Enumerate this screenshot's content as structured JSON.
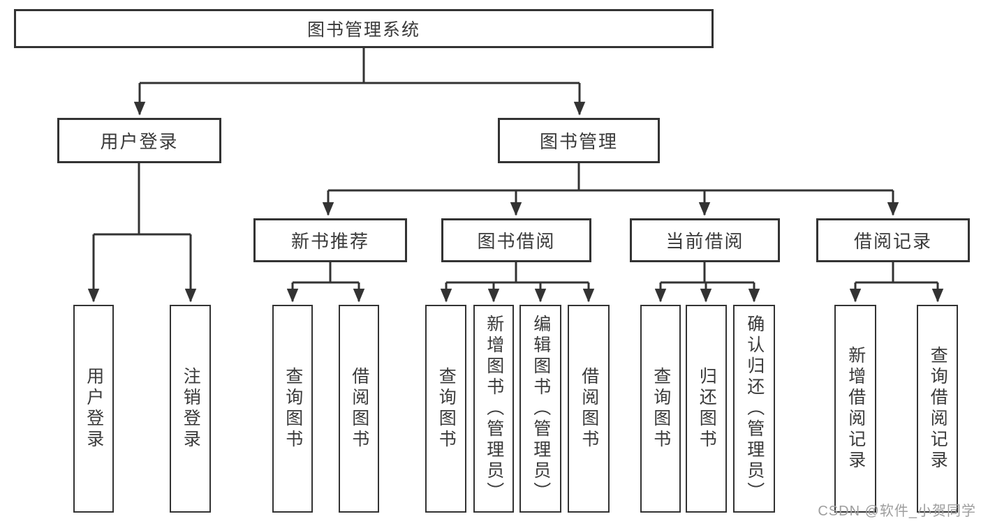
{
  "diagram": {
    "type": "tree",
    "root": {
      "label": "图书管理系统"
    },
    "level2": [
      {
        "label": "用户登录",
        "parent": "图书管理系统"
      },
      {
        "label": "图书管理",
        "parent": "图书管理系统"
      }
    ],
    "level3": [
      {
        "label": "新书推荐",
        "parent": "图书管理"
      },
      {
        "label": "图书借阅",
        "parent": "图书管理"
      },
      {
        "label": "当前借阅",
        "parent": "图书管理"
      },
      {
        "label": "借阅记录",
        "parent": "图书管理"
      }
    ],
    "leaves": [
      {
        "label": "用户登录",
        "parent": "用户登录"
      },
      {
        "label": "注销登录",
        "parent": "用户登录"
      },
      {
        "label": "查询图书",
        "parent": "新书推荐"
      },
      {
        "label": "借阅图书",
        "parent": "新书推荐"
      },
      {
        "label": "查询图书",
        "parent": "图书借阅"
      },
      {
        "label": "新增图书（管理员）",
        "parent": "图书借阅"
      },
      {
        "label": "编辑图书（管理员）",
        "parent": "图书借阅"
      },
      {
        "label": "借阅图书",
        "parent": "图书借阅"
      },
      {
        "label": "查询图书",
        "parent": "当前借阅"
      },
      {
        "label": "归还图书",
        "parent": "当前借阅"
      },
      {
        "label": "确认归还（管理员）",
        "parent": "当前借阅"
      },
      {
        "label": "新增借阅记录",
        "parent": "借阅记录"
      },
      {
        "label": "查询借阅记录",
        "parent": "借阅记录"
      }
    ]
  },
  "watermark": "CSDN @软件_小贺同学",
  "colors": {
    "line": "#333333",
    "text": "#3a3a3a",
    "watermark": "#9e9e9e",
    "background": "#ffffff"
  }
}
